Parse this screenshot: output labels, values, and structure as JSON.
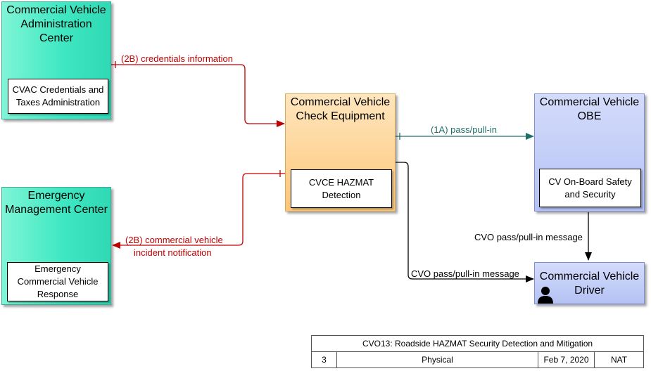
{
  "nodes": {
    "cvac": {
      "title": "Commercial Vehicle Administration Center",
      "inner": "CVAC Credentials and Taxes Administration"
    },
    "emc": {
      "title": "Emergency Management Center",
      "inner": "Emergency Commercial Vehicle Response"
    },
    "cvce": {
      "title": "Commercial Vehicle Check Equipment",
      "inner": "CVCE HAZMAT Detection"
    },
    "obe": {
      "title": "Commercial Vehicle OBE",
      "inner": "CV On-Board Safety and Security"
    },
    "driver": {
      "title": "Commercial Vehicle Driver"
    }
  },
  "flows": {
    "credentials": "(2B) credentials information",
    "incident_line1": "(2B) commercial vehicle",
    "incident_line2": "incident notification",
    "pass_pullin": "(1A) pass/pull-in",
    "obe_to_driver": "CVO pass/pull-in message",
    "cvce_to_driver": "CVO pass/pull-in message"
  },
  "footer": {
    "title": "CVO13: Roadside HAZMAT Security Detection and Mitigation",
    "number": "3",
    "view": "Physical",
    "date": "Feb 7, 2020",
    "scope": "NAT"
  },
  "colors": {
    "center": "#3fe8c2",
    "field": "#fdc678",
    "vehicle": "#b4c2f4",
    "flow_red": "#c00000",
    "flow_green": "#1f6f68"
  }
}
